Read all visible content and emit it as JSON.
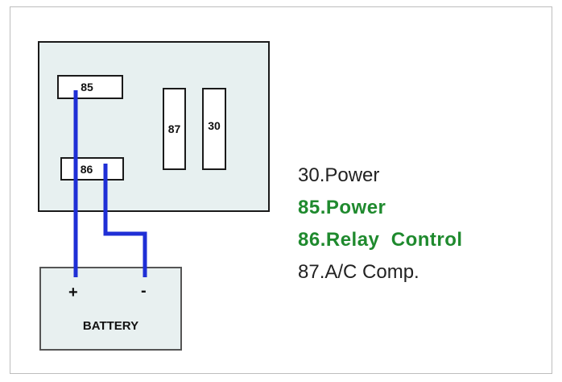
{
  "diagram": {
    "relay": {
      "pins": {
        "p85": "85",
        "p86": "86",
        "p87": "87",
        "p30": "30"
      }
    },
    "battery": {
      "label": "BATTERY",
      "plus": "+",
      "minus": "-"
    },
    "wire_color": "#1f2fd6",
    "legend": [
      {
        "text": "30.Power",
        "highlight": false
      },
      {
        "text": "85.Power",
        "highlight": true
      },
      {
        "text": "86.Relay  Control",
        "highlight": true
      },
      {
        "text": "87.A/C Comp.",
        "highlight": false
      }
    ],
    "colors": {
      "highlight": "#1f8a2e",
      "plain": "#222222",
      "relay_body": "#e7f0f0"
    }
  }
}
